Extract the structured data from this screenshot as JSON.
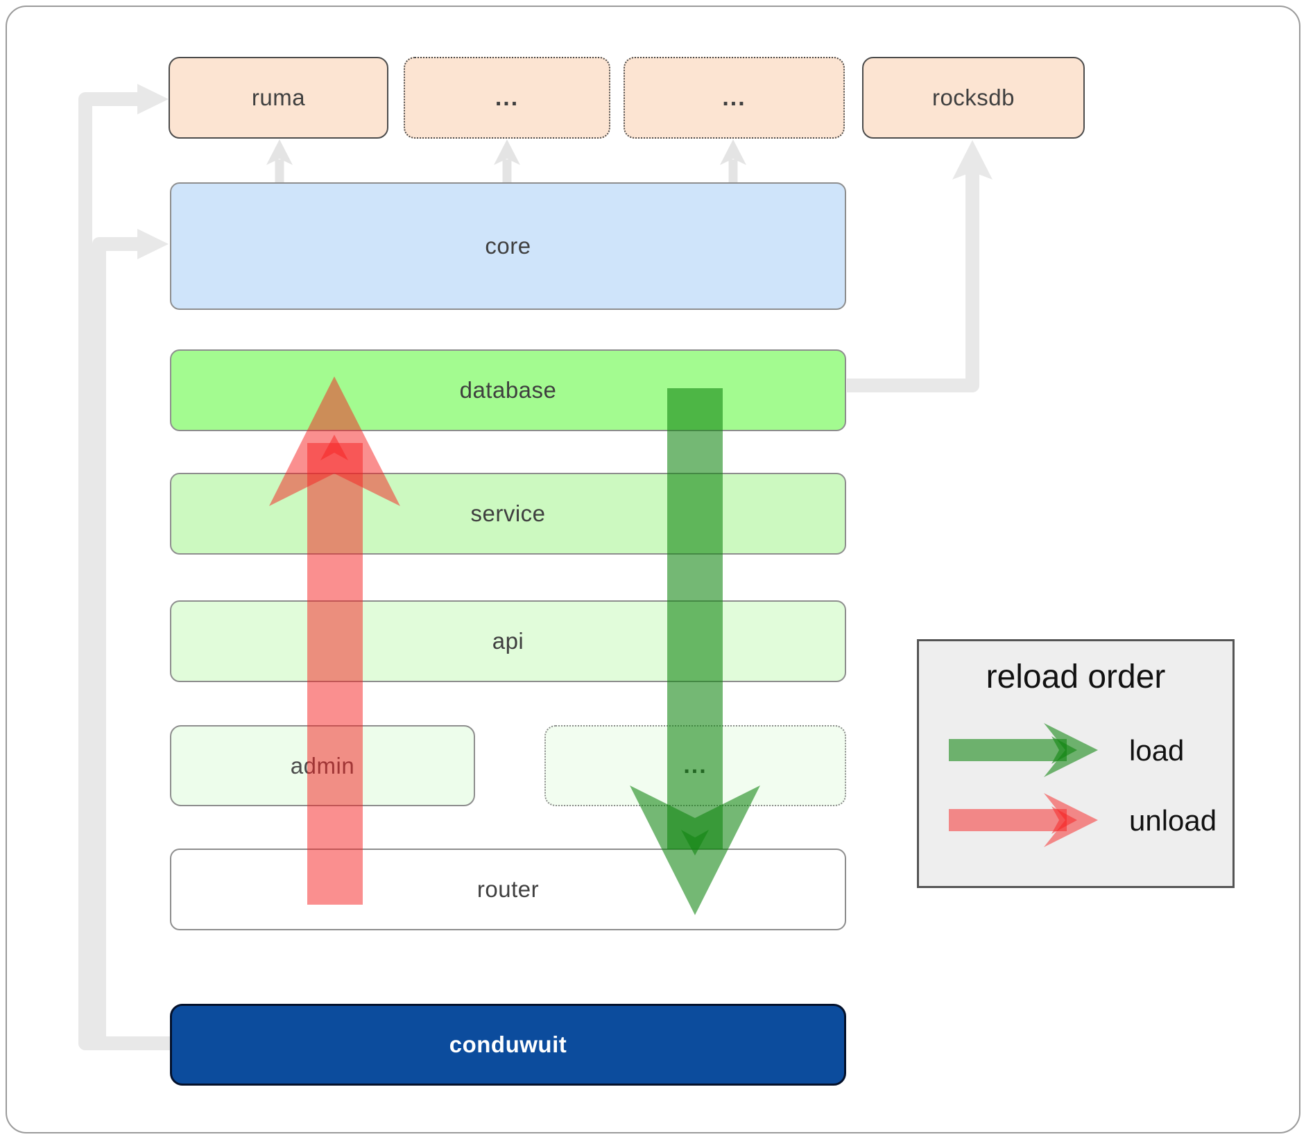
{
  "diagram": {
    "nodes": {
      "ruma": {
        "label": "ruma"
      },
      "top_ellipsis_1": {
        "label": "..."
      },
      "top_ellipsis_2": {
        "label": "..."
      },
      "rocksdb": {
        "label": "rocksdb"
      },
      "core": {
        "label": "core"
      },
      "database": {
        "label": "database"
      },
      "service": {
        "label": "service"
      },
      "api": {
        "label": "api"
      },
      "admin": {
        "label": "admin"
      },
      "bottom_ellipsis": {
        "label": "..."
      },
      "router": {
        "label": "router"
      },
      "conduwuit": {
        "label": "conduwuit"
      }
    },
    "legend": {
      "title": "reload order",
      "load_label": "load",
      "unload_label": "unload"
    },
    "colors": {
      "connector_gray": "#e8e8e8",
      "connector_gray_small": "#e4e4e4",
      "load_green": "#0f840f",
      "unload_red": "#f51f1f",
      "node_peach": "#fce4d2",
      "core_blue": "#cfe4fa",
      "database_green": "#a3fb90",
      "service_green": "#ccf9c0",
      "api_green": "#e1fcda",
      "admin_green": "#edfdeb",
      "ellipsis_green": "#f2fdf0",
      "conduwuit_blue": "#0c4c9d"
    }
  }
}
